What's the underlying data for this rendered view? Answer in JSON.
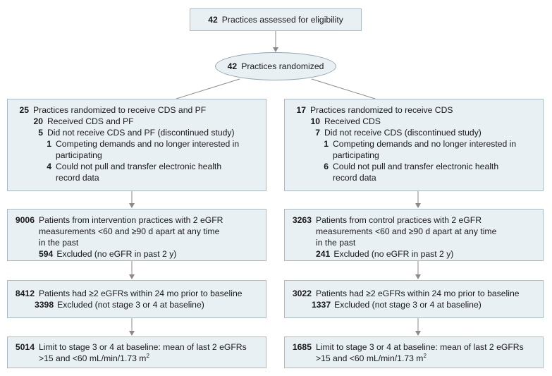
{
  "top": {
    "num": "42",
    "text": "Practices assessed for eligibility"
  },
  "randomized": {
    "num": "42",
    "text": "Practices randomized"
  },
  "left": {
    "arm": {
      "main_num": "25",
      "main_text": "Practices randomized to receive CDS and PF",
      "received_num": "20",
      "received_text": "Received CDS and PF",
      "notreceived_num": "5",
      "notreceived_text": "Did not receive CDS and PF (discontinued study)",
      "r1_num": "1",
      "r1_line1": "Competing demands and no longer interested in",
      "r1_line2": "participating",
      "r2_num": "4",
      "r2_line1": "Could not pull and transfer electronic health",
      "r2_line2": "record data"
    },
    "patients": {
      "num": "9006",
      "line1": "Patients from intervention practices with 2 eGFR",
      "line2": "measurements <60 and ≥90 d apart at any time",
      "line3": "in the past",
      "excl_num": "594",
      "excl_text": "Excluded (no eGFR in past 2 y)"
    },
    "had": {
      "num": "8412",
      "text": "Patients had ≥2 eGFRs within 24 mo prior to baseline",
      "excl_num": "3398",
      "excl_text": "Excluded (not stage 3 or 4 at baseline)"
    },
    "limit": {
      "num": "5014",
      "line1": "Limit to stage 3 or 4 at baseline: mean of last 2 eGFRs",
      "line2": ">15 and <60 mL/min/1.73 m",
      "sup": "2"
    }
  },
  "right": {
    "arm": {
      "main_num": "17",
      "main_text": "Practices randomized to receive CDS",
      "received_num": "10",
      "received_text": "Received CDS",
      "notreceived_num": "7",
      "notreceived_text": "Did not receive CDS (discontinued study)",
      "r1_num": "1",
      "r1_line1": "Competing demands and no longer interested in",
      "r1_line2": "participating",
      "r2_num": "6",
      "r2_line1": "Could not pull and transfer electronic health",
      "r2_line2": "record data"
    },
    "patients": {
      "num": "3263",
      "line1": "Patients from control practices with 2 eGFR",
      "line2": "measurements <60 and ≥90 d apart at any time",
      "line3": "in the past",
      "excl_num": "241",
      "excl_text": "Excluded (no eGFR in past 2 y)"
    },
    "had": {
      "num": "3022",
      "text": "Patients had ≥2 eGFRs within 24 mo prior to baseline",
      "excl_num": "1337",
      "excl_text": "Excluded (not stage 3 or 4 at baseline)"
    },
    "limit": {
      "num": "1685",
      "line1": "Limit to stage 3 or 4 at baseline: mean of last 2 eGFRs",
      "line2": ">15 and <60 mL/min/1.73 m",
      "sup": "2"
    }
  }
}
